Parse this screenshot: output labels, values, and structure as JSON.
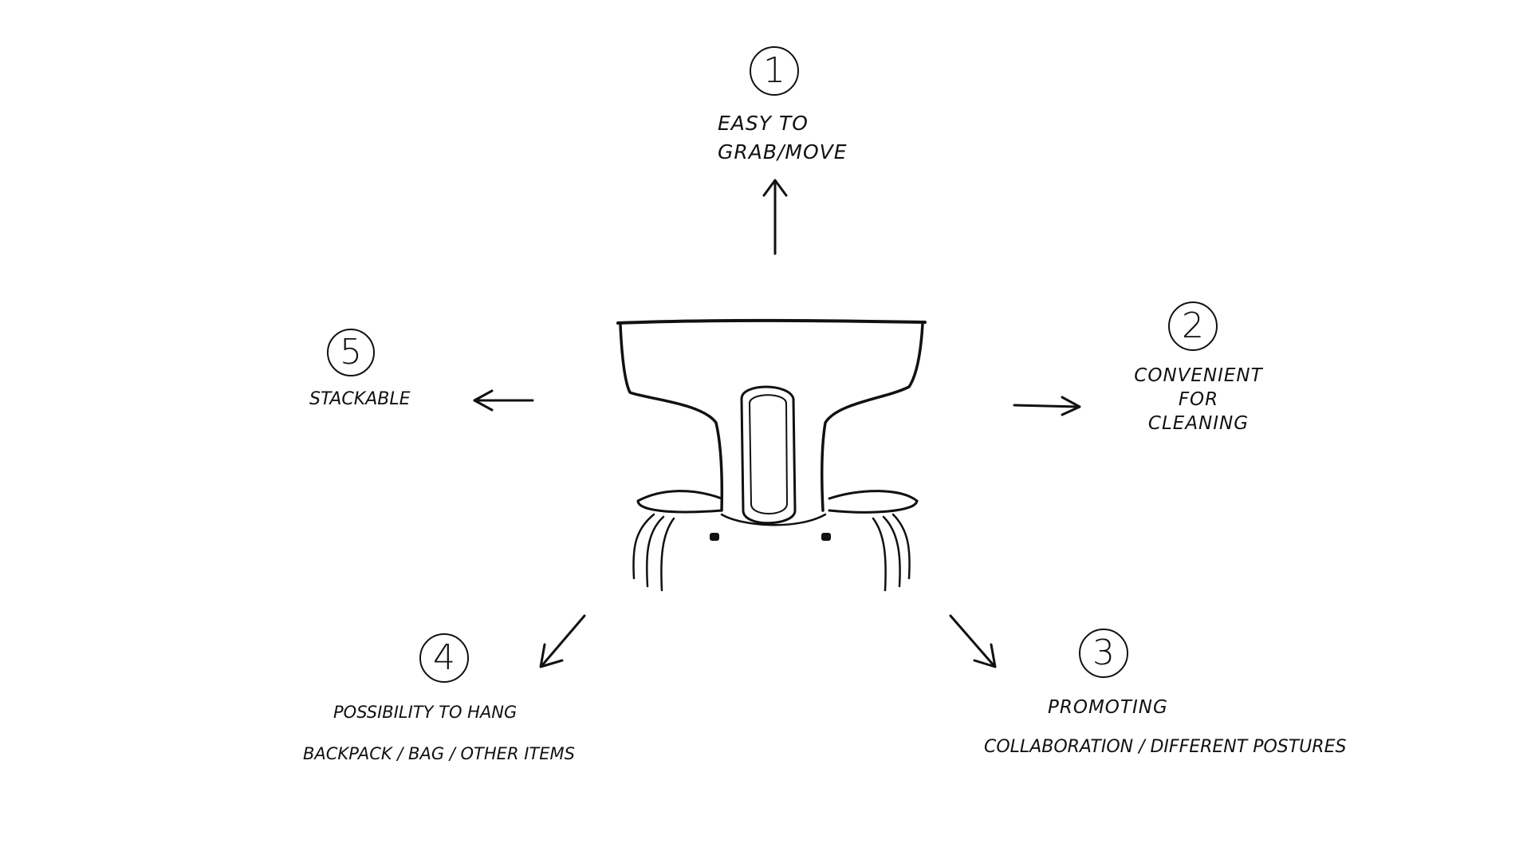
{
  "features": [
    {
      "number": "1",
      "lines": [
        "EASY TO",
        "GRAB/MOVE"
      ]
    },
    {
      "number": "2",
      "lines": [
        "CONVENIENT",
        "FOR",
        "CLEANING"
      ]
    },
    {
      "number": "3",
      "lines": [
        "PROMOTING",
        "COLLABORATION / DIFFERENT POSTURES"
      ]
    },
    {
      "number": "4",
      "lines": [
        "POSSIBILITY TO HANG",
        "BACKPACK / BAG / OTHER ITEMS"
      ]
    },
    {
      "number": "5",
      "lines": [
        "STACKABLE"
      ]
    }
  ],
  "style": {
    "ink": "#111111",
    "paper": "#ffffff"
  }
}
